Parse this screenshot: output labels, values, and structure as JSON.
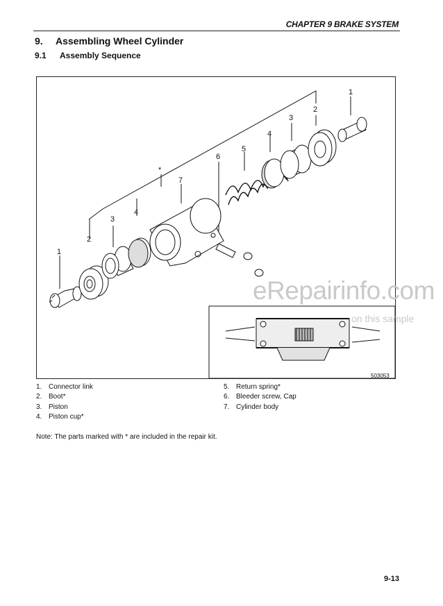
{
  "header": {
    "chapter": "CHAPTER 9 BRAKE SYSTEM"
  },
  "section": {
    "number": "9.",
    "title": "Assembling Wheel Cylinder"
  },
  "subsection": {
    "number": "9.1",
    "title": "Assembly Sequence"
  },
  "figure": {
    "id": "503053",
    "callouts": [
      "1",
      "2",
      "3",
      "4",
      "5",
      "6",
      "7",
      "*"
    ]
  },
  "watermark": {
    "main": "eRepairinfo.com",
    "secondary": "on this sample"
  },
  "legend": {
    "left": [
      {
        "num": "1.",
        "text": "Connector link"
      },
      {
        "num": "2.",
        "text": "Boot*"
      },
      {
        "num": "3.",
        "text": "Piston"
      },
      {
        "num": "4.",
        "text": "Piston cup*"
      }
    ],
    "right": [
      {
        "num": "5.",
        "text": "Return spring*"
      },
      {
        "num": "6.",
        "text": "Bleeder screw, Cap"
      },
      {
        "num": "7.",
        "text": "Cylinder body"
      }
    ]
  },
  "note": "Note: The parts marked with * are included in the repair kit.",
  "page_number": "9-13"
}
